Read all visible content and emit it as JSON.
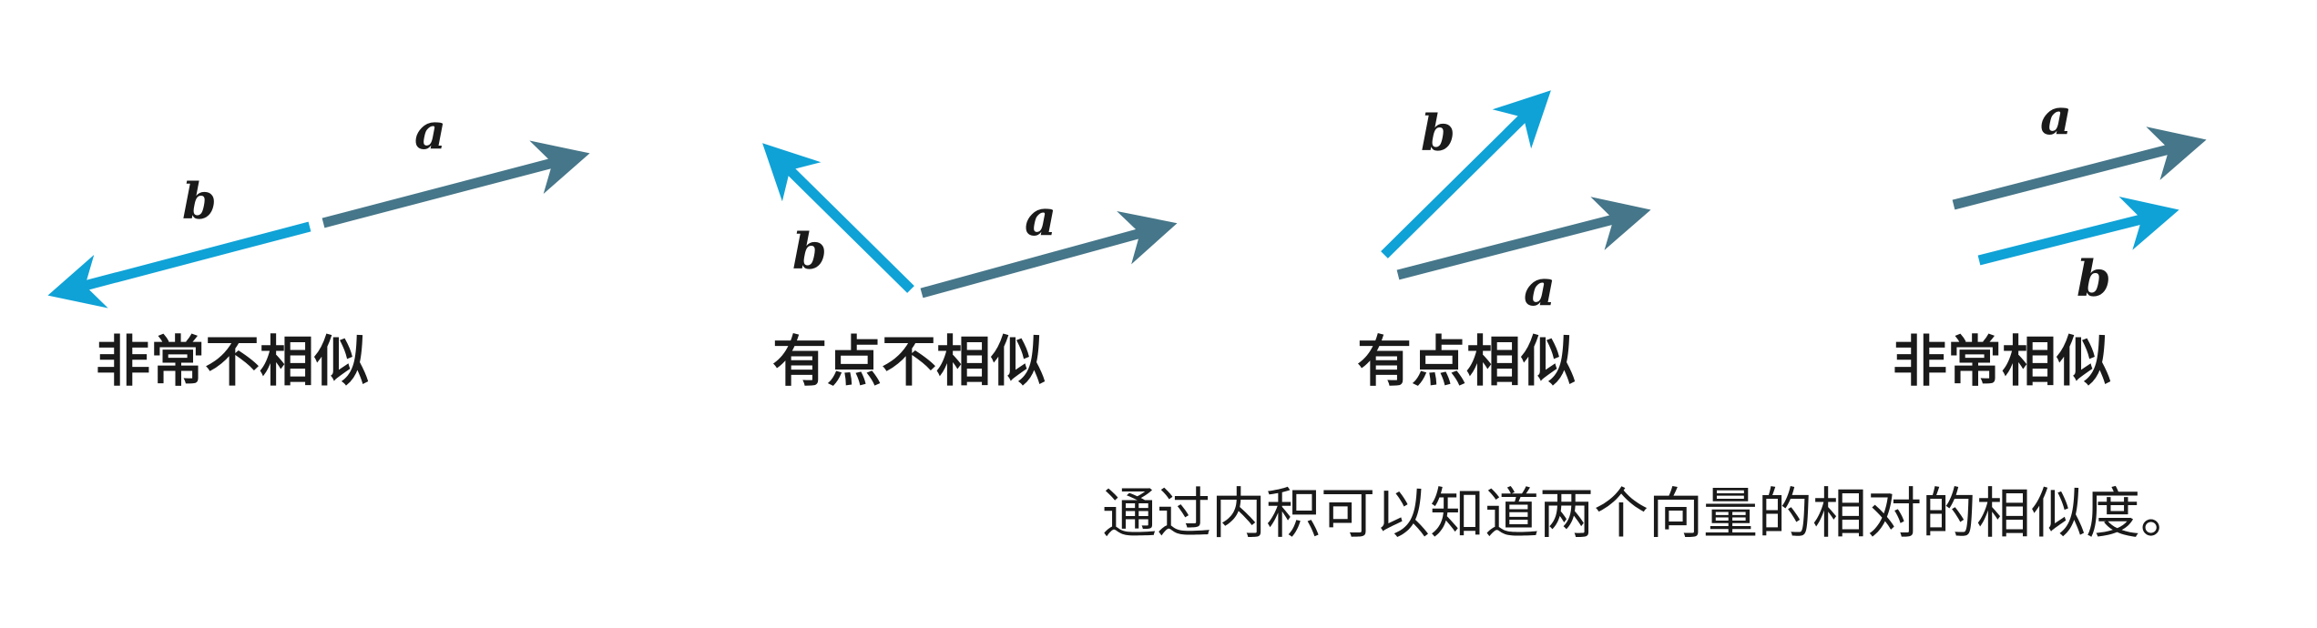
{
  "colors": {
    "a": "#467689",
    "b": "#0fa2d6",
    "text": "#1a1a1a"
  },
  "panels": [
    {
      "label": "非常不相似",
      "a_label": "a",
      "b_label": "b"
    },
    {
      "label": "有点不相似",
      "a_label": "a",
      "b_label": "b"
    },
    {
      "label": "有点相似",
      "a_label": "a",
      "b_label": "b"
    },
    {
      "label": "非常相似",
      "a_label": "a",
      "b_label": "b"
    }
  ],
  "caption": "通过内积可以知道两个向量的相对的相似度。"
}
